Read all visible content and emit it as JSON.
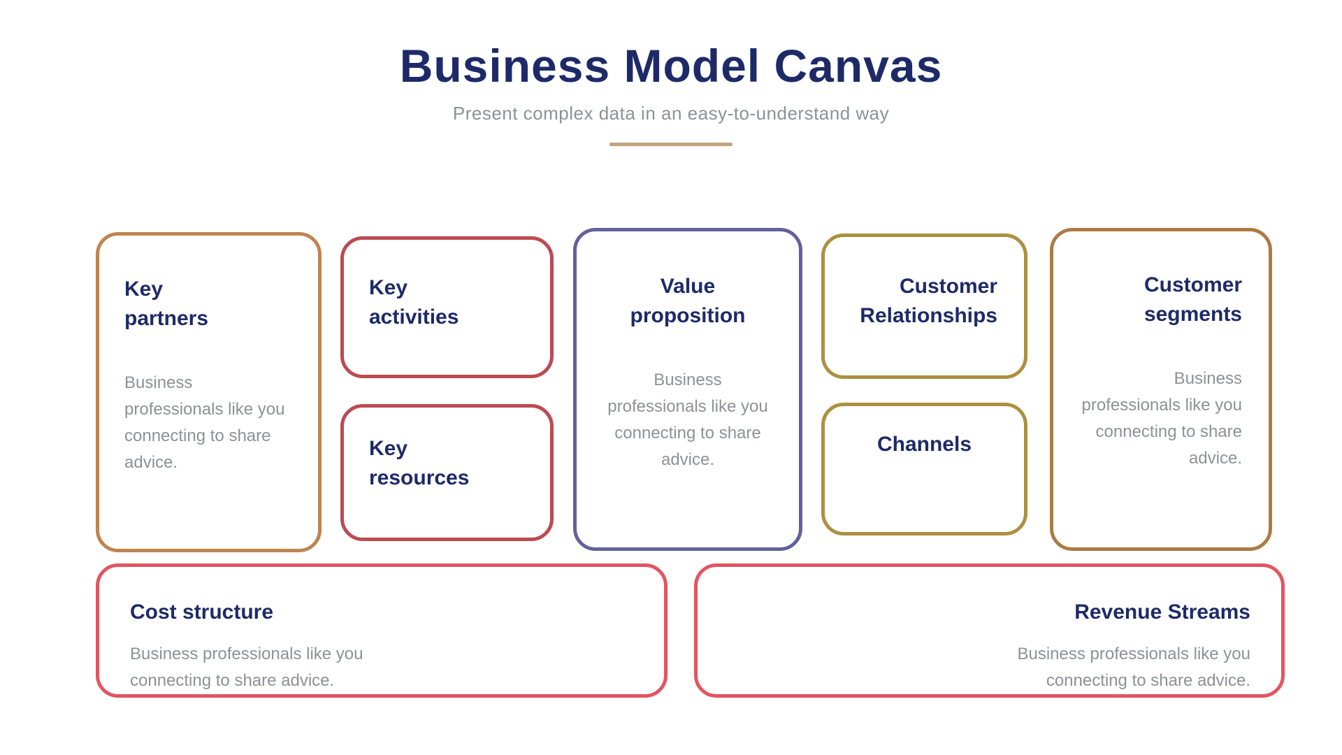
{
  "header": {
    "title": "Business Model Canvas",
    "subtitle": "Present complex data in an easy-to-understand way"
  },
  "colors": {
    "title_navy": "#1e2a68",
    "body_gray": "#8d9196",
    "divider_tan": "#c2a37c",
    "key_partners_border": "#bf8450",
    "key_activities_border": "#bc4b51",
    "key_resources_border": "#bc4b51",
    "value_proposition_border": "#63619b",
    "customer_relationships_border": "#ac9040",
    "channels_border": "#ac9040",
    "customer_segments_border": "#ad7a45",
    "cost_structure_border": "#e25561",
    "revenue_streams_border": "#e25561",
    "background": "#ffffff"
  },
  "boxes": [
    {
      "id": "key-partners",
      "title": "Key\npartners",
      "body": "Business professionals like you connecting to share advice.",
      "border_color": "#bf8450"
    },
    {
      "id": "key-activities",
      "title": "Key\nactivities",
      "body": "",
      "border_color": "#bc4b51"
    },
    {
      "id": "key-resources",
      "title": "Key\nresources",
      "body": "",
      "border_color": "#bc4b51"
    },
    {
      "id": "value-proposition",
      "title": "Value\nproposition",
      "body": "Business professionals like you connecting to share advice.",
      "border_color": "#63619b"
    },
    {
      "id": "customer-relationships",
      "title": "Customer\nRelationships",
      "body": "",
      "border_color": "#ac9040"
    },
    {
      "id": "channels",
      "title": "Channels",
      "body": "",
      "border_color": "#ac9040"
    },
    {
      "id": "customer-segments",
      "title": "Customer\nsegments",
      "body": "Business professionals like you connecting to share advice.",
      "border_color": "#ad7a45"
    },
    {
      "id": "cost-structure",
      "title": "Cost structure",
      "body": "Business professionals like you connecting to share advice.",
      "border_color": "#e25561"
    },
    {
      "id": "revenue-streams",
      "title": "Revenue Streams",
      "body": "Business professionals like you connecting to share advice.",
      "border_color": "#e25561"
    }
  ]
}
